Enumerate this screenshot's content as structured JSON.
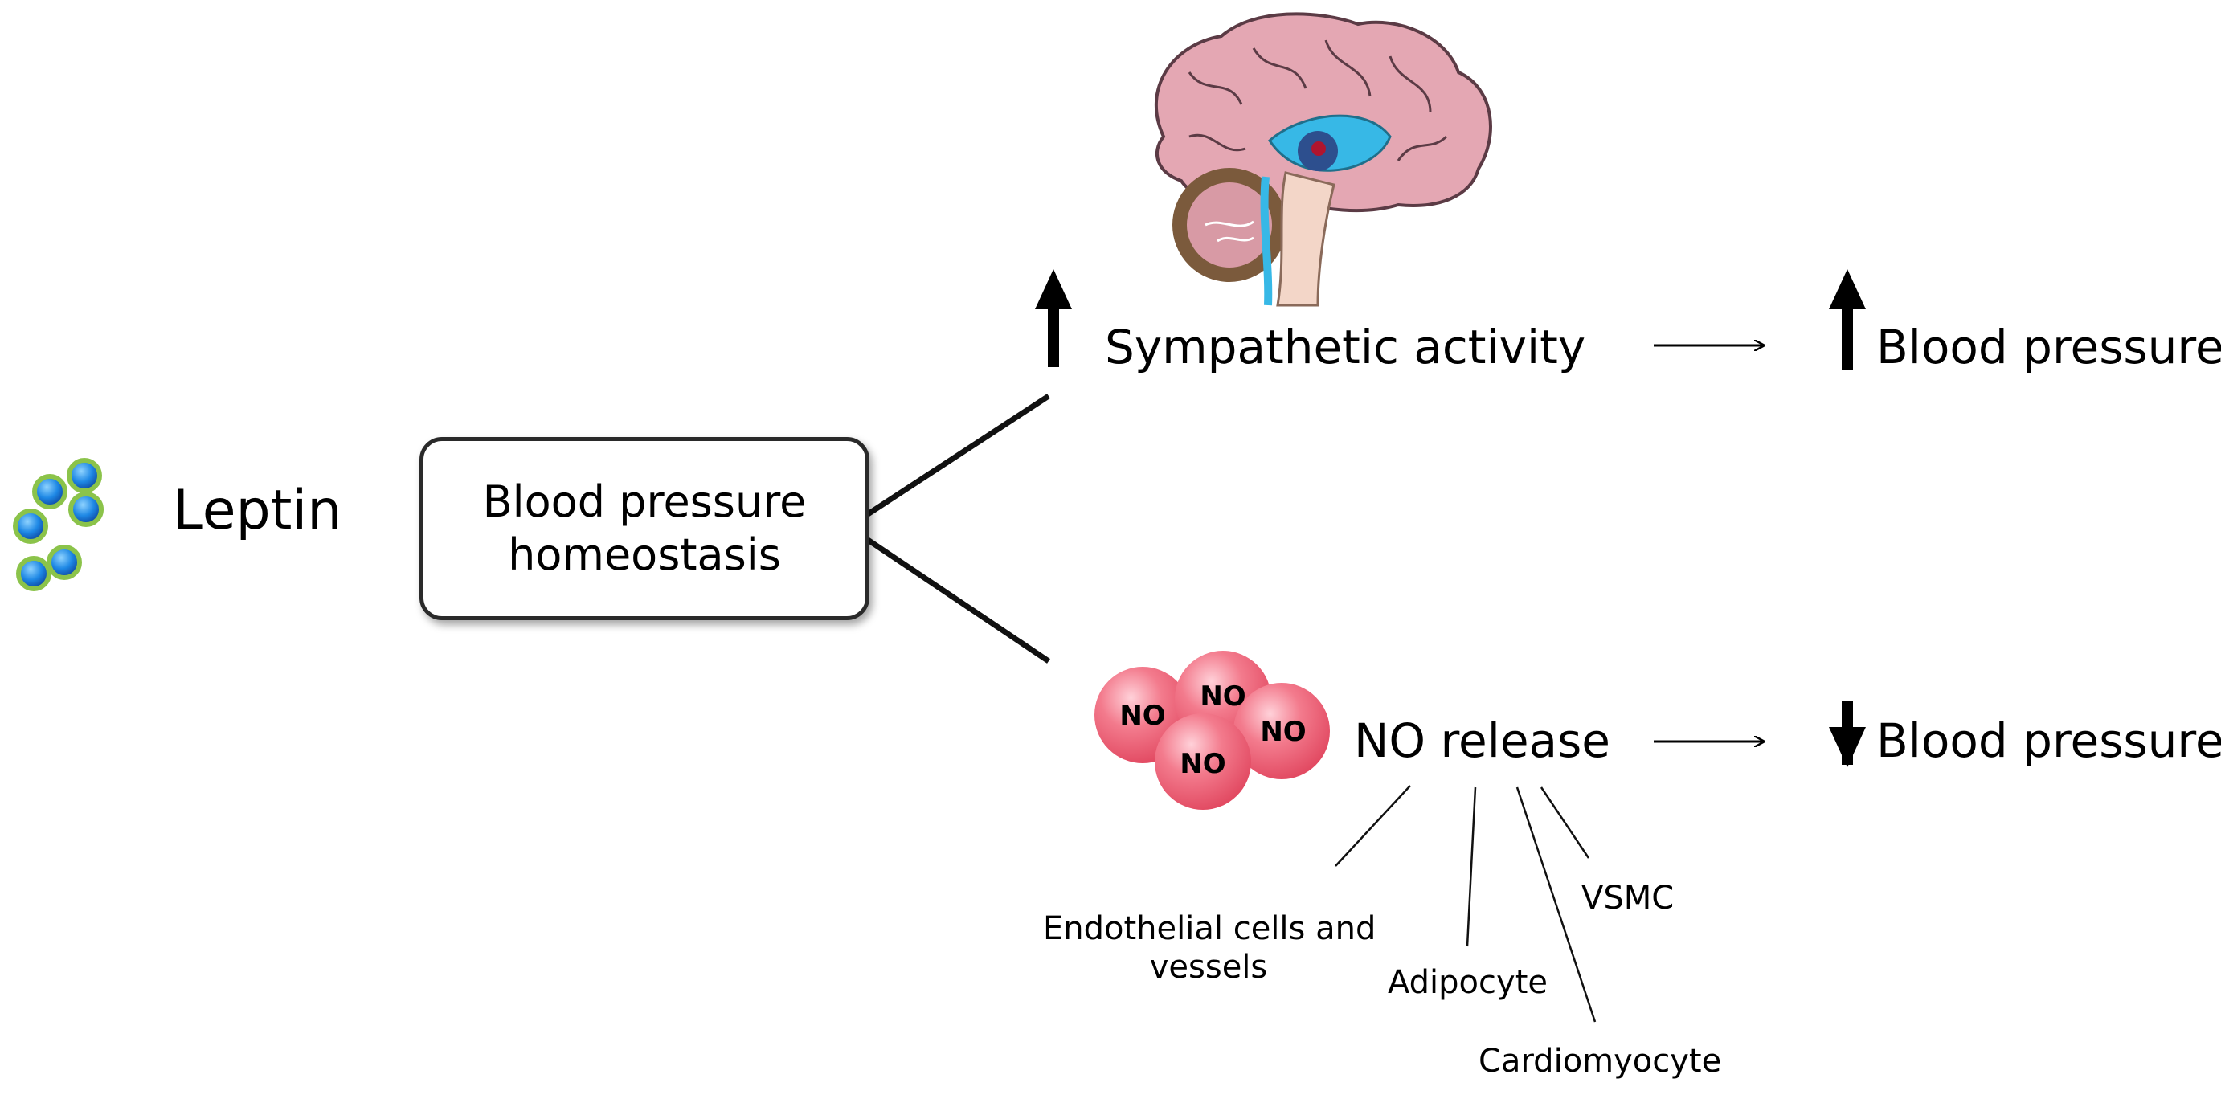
{
  "molecule_label": "Leptin",
  "hub": {
    "line1": "Blood pressure",
    "line2": "homeostasis"
  },
  "upper_pathway": {
    "label": "Sympathetic activity",
    "direction": "up",
    "result_label": "Blood pressure",
    "result_direction": "up"
  },
  "lower_pathway": {
    "label": "NO release",
    "direction": "down",
    "result_label": "Blood pressure",
    "result_direction": "down",
    "no_bubbles": [
      "NO",
      "NO",
      "NO",
      "NO"
    ],
    "sources": {
      "endothelial_line1": "Endothelial cells and",
      "endothelial_line2": "vessels",
      "adipocyte": "Adipocyte",
      "cardiomyocyte": "Cardiomyocyte",
      "vsmc": "VSMC"
    }
  },
  "colors": {
    "leptin_fill": "#1e88e5",
    "leptin_ring": "#8bc34a",
    "no_bubble": "#f06277",
    "brain_cortex": "#e4a7b3",
    "brain_ventricle": "#37b8e6",
    "cerebellum": "#7b5a3c"
  }
}
